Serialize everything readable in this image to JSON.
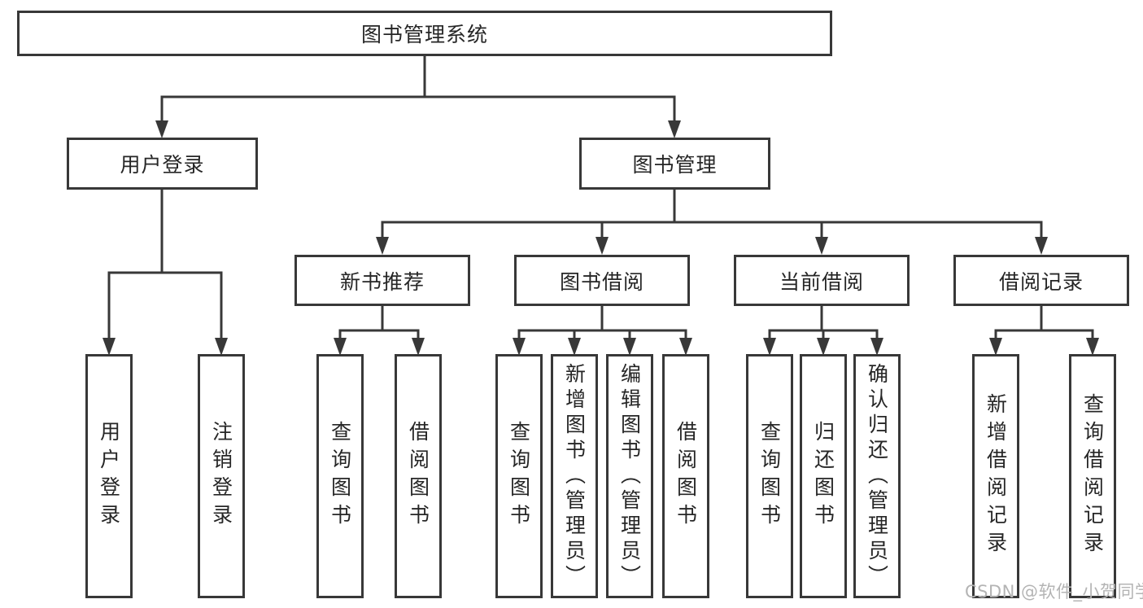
{
  "tree": {
    "label": "图书管理系统",
    "children": [
      {
        "label": "用户登录",
        "children": [
          {
            "label": "用户登录"
          },
          {
            "label": "注销登录"
          }
        ]
      },
      {
        "label": "图书管理",
        "children": [
          {
            "label": "新书推荐",
            "children": [
              {
                "label": "查询图书"
              },
              {
                "label": "借阅图书"
              }
            ]
          },
          {
            "label": "图书借阅",
            "children": [
              {
                "label": "查询图书"
              },
              {
                "label": "新增图书（管理员）"
              },
              {
                "label": "编辑图书（管理员）"
              },
              {
                "label": "借阅图书"
              }
            ]
          },
          {
            "label": "当前借阅",
            "children": [
              {
                "label": "查询图书"
              },
              {
                "label": "归还图书"
              },
              {
                "label": "确认归还（管理员）"
              }
            ]
          },
          {
            "label": "借阅记录",
            "children": [
              {
                "label": "新增借阅记录"
              },
              {
                "label": "查询借阅记录"
              }
            ]
          }
        ]
      }
    ]
  },
  "watermark": {
    "text": "CSDN @软件_小贺同学"
  },
  "colors": {
    "line": "#383838",
    "text": "#262626",
    "background": "#ffffff",
    "watermark": "#b4b4b4"
  }
}
